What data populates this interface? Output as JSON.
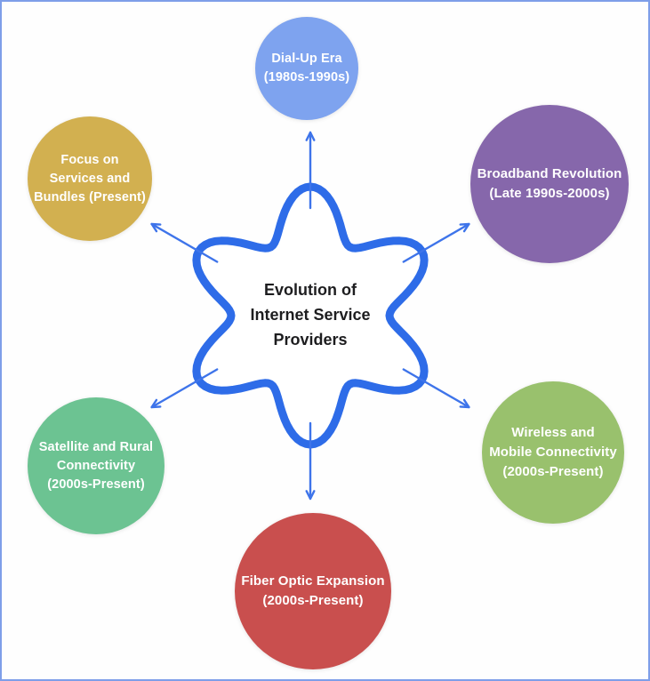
{
  "diagram": {
    "title_lines": [
      "Evolution of",
      "Internet Service",
      "Providers"
    ],
    "colors": {
      "background": "#fefefe",
      "border": "#7e9ee9",
      "star_stroke": "#2e6ce8",
      "star_fill": "#ffffff",
      "arrow": "#3e74ea",
      "title_text": "#1d1d1f",
      "node_text": "#ffffff"
    },
    "nodes": [
      {
        "id": "dial-up-era",
        "color": "#7ea3ef",
        "lines": [
          "Dial-Up Era",
          "(1980s-1990s)"
        ]
      },
      {
        "id": "broadband-revolution",
        "color": "#8667ab",
        "lines": [
          "Broadband Revolution",
          "(Late 1990s-2000s)"
        ]
      },
      {
        "id": "focus-services-bundles",
        "color": "#d2b050",
        "lines": [
          "Focus on",
          "Services and",
          "Bundles (Present)"
        ]
      },
      {
        "id": "satellite-rural",
        "color": "#6cc392",
        "lines": [
          "Satellite and Rural",
          "Connectivity",
          "(2000s-Present)"
        ]
      },
      {
        "id": "wireless-mobile",
        "color": "#99c16d",
        "lines": [
          "Wireless and",
          "Mobile Connectivity",
          "(2000s-Present)"
        ]
      },
      {
        "id": "fiber-optic-expansion",
        "color": "#c94f4e",
        "lines": [
          "Fiber Optic Expansion",
          "(2000s-Present)"
        ]
      }
    ]
  }
}
